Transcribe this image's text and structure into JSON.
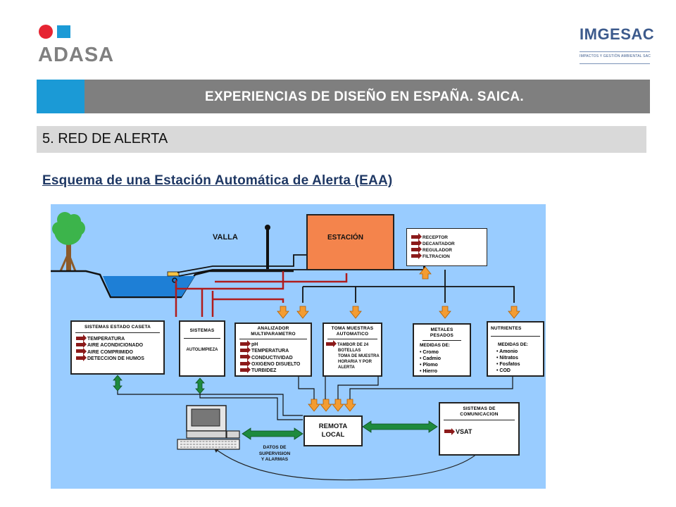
{
  "header": {
    "logo_left": "ADASA",
    "logo_right": "IMGESAC",
    "logo_right_sub": "IMPACTOS Y GESTIÓN AMBIENTAL SAC",
    "title": "EXPERIENCIAS DE DISEÑO EN ESPAÑA. SAICA.",
    "section": "5. RED DE ALERTA",
    "subtitle": "Esquema de una Estación Automática de Alerta (EAA)"
  },
  "colors": {
    "brand_red": "#e62432",
    "brand_blue": "#1b9ad6",
    "title_gray": "#7f7f7f",
    "diagram_bg": "#99ccff",
    "estacion": "#f4844c",
    "arrow_orange": "#f39c32",
    "arrow_green": "#1e8a3e",
    "pipe_red": "#b01c1c"
  },
  "diagram": {
    "valla": "VALLA",
    "estacion": "ESTACIÓN",
    "receptor": [
      "RECEPTOR",
      "DECANTADOR",
      "REGULADOR",
      "FILTRACION"
    ],
    "caseta": {
      "title": "SISTEMAS ESTADO CASETA",
      "items": [
        "TEMPERATURA",
        "AIRE ACONDICIONADO",
        "AIRE COMPRIMIDO",
        "DETECCION DE HUMOS"
      ]
    },
    "autolimpieza": {
      "title": "SISTEMAS",
      "body": "AUTOLIMPIEZA"
    },
    "analizador": {
      "title": "ANALIZADOR MULTIPARAMETRO",
      "items": [
        "pH",
        "TEMPERATURA",
        "CONDUCTIVIDAD",
        "OXIGENO DISUELTO",
        "TURBIDEZ"
      ]
    },
    "toma": {
      "title": "TOMA MUESTRAS AUTOMATICO",
      "items": [
        "TAMBOR DE 24",
        "BOTELLAS",
        "TOMA DE MUESTRA",
        "HORARIA Y POR",
        "ALERTA"
      ]
    },
    "metales": {
      "title": "METALES PESADOS",
      "label": "MEDIDAS DE:",
      "items": [
        "• Cromo",
        "• Cadmio",
        "• Plomo",
        "• Hierro"
      ]
    },
    "nutrientes": {
      "title": "NUTRIENTES",
      "label": "MEDIDAS DE:",
      "items": [
        "• Amonio",
        "• Nitratos",
        "• Fosfatos",
        "• COD"
      ]
    },
    "remota": [
      "REMOTA",
      "LOCAL"
    ],
    "comunicacion": {
      "title": "SISTEMAS DE COMUNICACION",
      "item": "VSAT"
    },
    "datos": [
      "DATOS DE",
      "SUPERVISION",
      "Y ALARMAS"
    ]
  }
}
